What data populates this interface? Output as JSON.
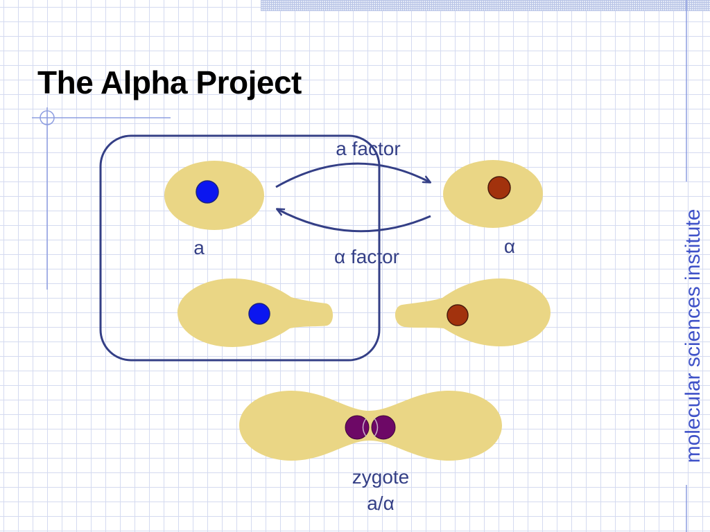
{
  "slide": {
    "title": "The Alpha Project",
    "side_text": "molecular sciences institute"
  },
  "diagram": {
    "labels": {
      "a_factor": "a factor",
      "alpha_factor": "α factor",
      "cell_a": "a",
      "cell_alpha": "α",
      "zygote": "zygote",
      "zygote_genotype": "a/α"
    },
    "colors": {
      "cell_body": "#ead685",
      "nucleus_a": "#0b16f0",
      "nucleus_alpha": "#a2320d",
      "nucleus_zygote": "#6d0866",
      "lines": "#343f86",
      "accent_blue": "#3f52c8"
    }
  }
}
